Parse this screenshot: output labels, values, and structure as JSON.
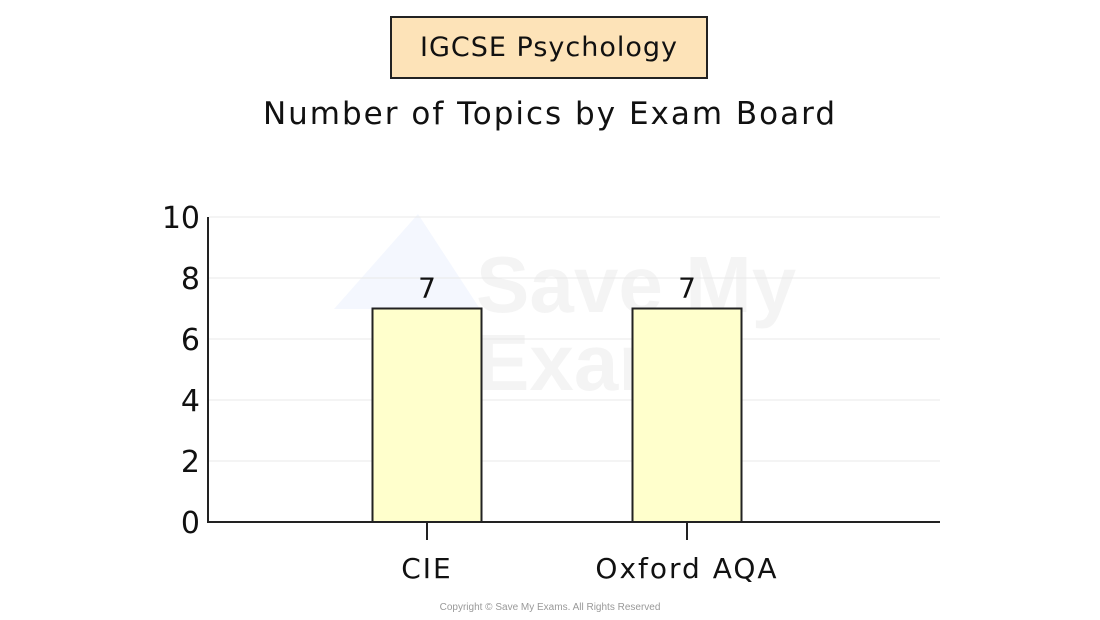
{
  "header": {
    "badge": "IGCSE Psychology",
    "title": "Number of Topics by Exam Board"
  },
  "watermark": {
    "line1": "Save My",
    "line2": "Exams"
  },
  "footer": {
    "copyright": "Copyright © Save My Exams. All Rights Reserved"
  },
  "colors": {
    "bar_fill": "#ffffcc",
    "bar_stroke": "#222222",
    "badge_fill": "#fde3b8",
    "grid": "#e8e8e8"
  },
  "chart_data": {
    "type": "bar",
    "title": "Number of Topics by Exam Board",
    "subtitle": "IGCSE Psychology",
    "categories": [
      "CIE",
      "Oxford AQA"
    ],
    "values": [
      7,
      7
    ],
    "data_labels": [
      "7",
      "7"
    ],
    "xlabel": "",
    "ylabel": "",
    "ylim": [
      0,
      10
    ],
    "yticks": [
      "0",
      "2",
      "4",
      "6",
      "8",
      "10"
    ],
    "grid": true,
    "legend": null
  }
}
